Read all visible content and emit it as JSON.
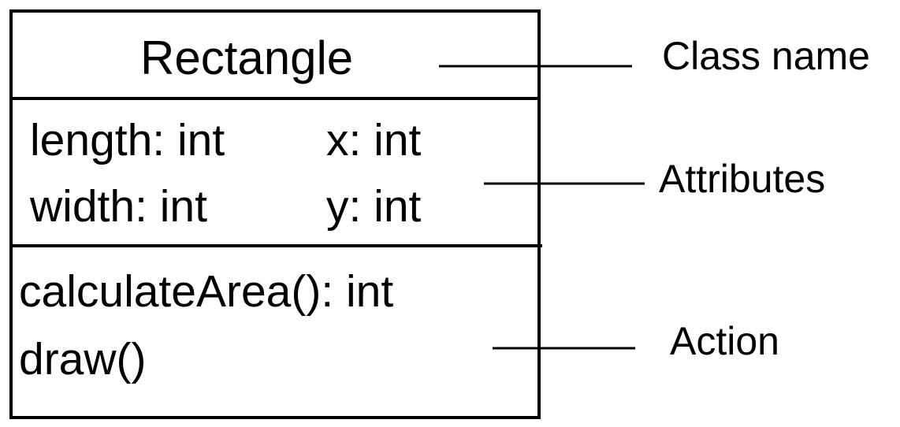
{
  "class_box": {
    "name": "Rectangle",
    "attributes": [
      "length: int",
      "x: int",
      "width: int",
      "y: int"
    ],
    "operations": [
      "calculateArea(): int",
      "draw()"
    ]
  },
  "annotations": {
    "class_name": "Class name",
    "attributes": "Attributes",
    "action": "Action"
  }
}
